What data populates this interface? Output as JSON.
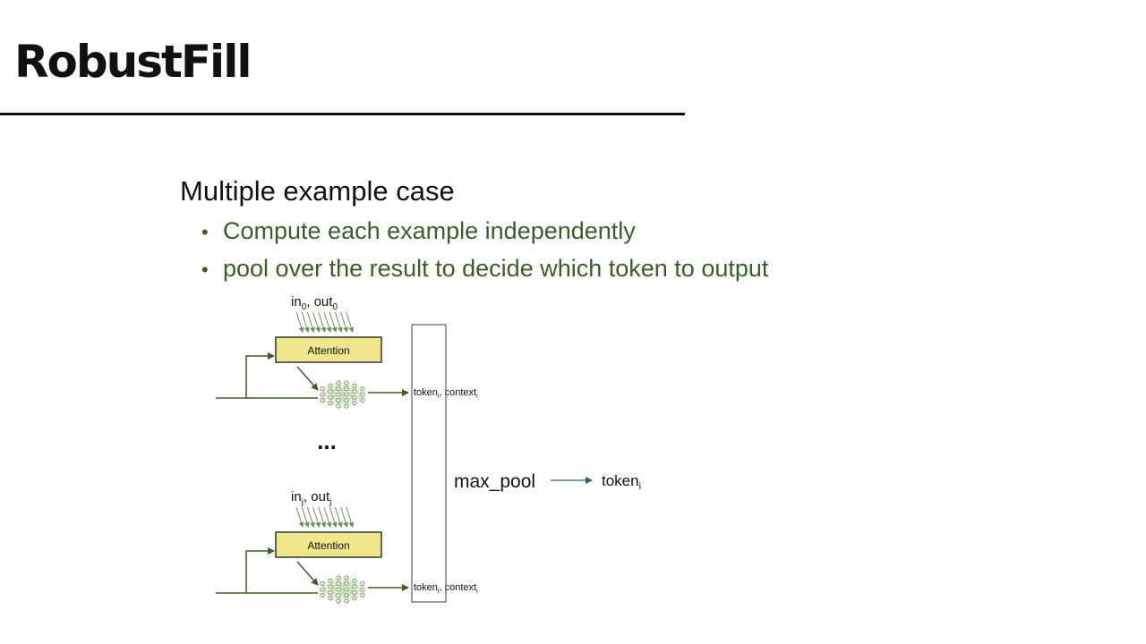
{
  "slide": {
    "title": "RobustFill",
    "heading": "Multiple example case",
    "bullets": [
      "Compute each example independently",
      "pool over the result to decide which token to output"
    ]
  },
  "diagram": {
    "top_block": {
      "input_base": "in",
      "input_sub": "0",
      "output_base": "out",
      "output_sub": "0",
      "attention_label": "Attention",
      "token_base": "token",
      "token_sub": "i",
      "context_base": "context",
      "context_sub": "i"
    },
    "ellipsis": "...",
    "bottom_block": {
      "input_base": "in",
      "input_sub": "j",
      "output_base": "out",
      "output_sub": "j",
      "attention_label": "Attention",
      "token_base": "token",
      "token_sub": "i",
      "context_base": "context",
      "context_sub": "i"
    },
    "pool_label": "max_pool",
    "output_base": "token",
    "output_sub": "i"
  },
  "colors": {
    "bullet_text": "#3a5e26",
    "arrow": "#3a5e26",
    "attention_fill": "#f0e68c",
    "pool_box_border": "#2a4a4a",
    "pool_arrow": "#2b5f75"
  }
}
